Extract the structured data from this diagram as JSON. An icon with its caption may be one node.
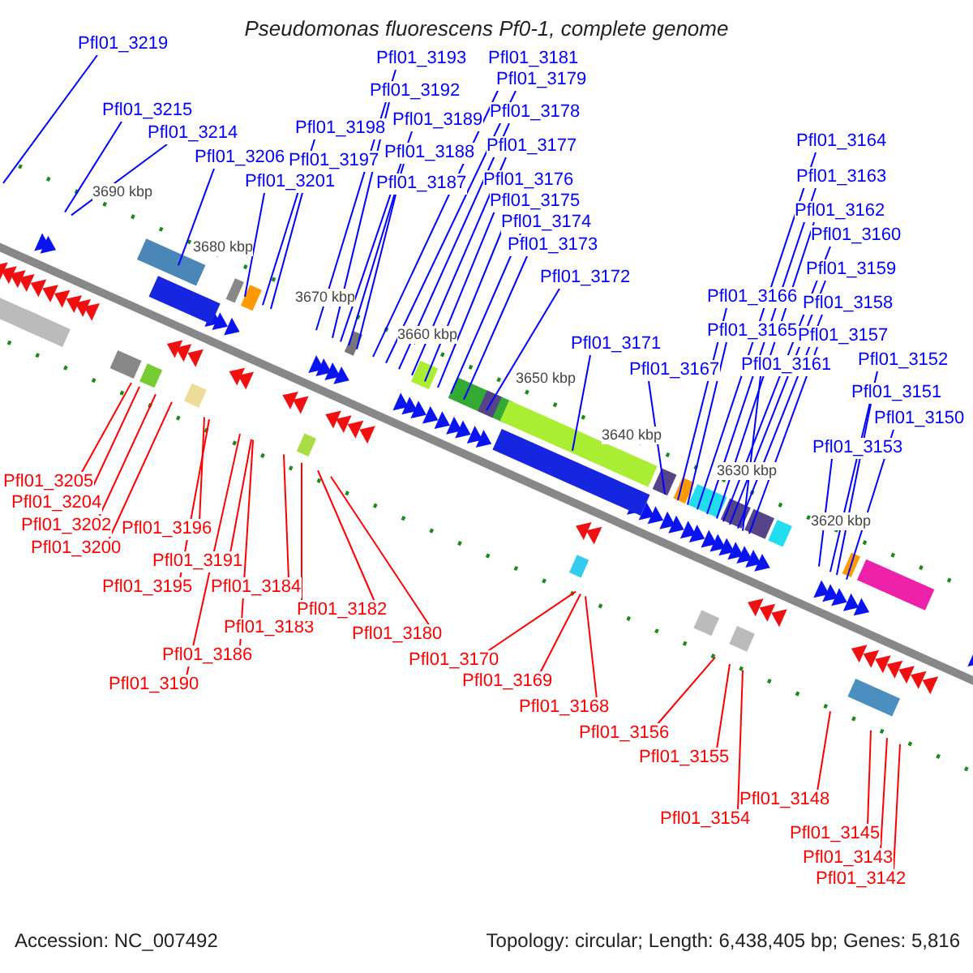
{
  "diagram": {
    "title": "Pseudomonas fluorescens Pf0-1, complete genome",
    "nodes": [
      {
        "text": [
          "Pfl01_3219"
        ]
      },
      {
        "text": [
          "Pfl01_3215"
        ]
      },
      {
        "text": [
          "Pfl01_3214"
        ]
      },
      {
        "text": [
          "Pfl01_3206"
        ]
      },
      {
        "text": [
          "Pfl01_3201"
        ]
      },
      {
        "text": [
          "Pfl01_3198"
        ]
      },
      {
        "text": [
          "Pfl01_3197"
        ]
      },
      {
        "text": [
          "Pfl01_3193"
        ]
      },
      {
        "text": [
          "Pfl01_3192"
        ]
      },
      {
        "text": [
          "Pfl01_3189"
        ]
      },
      {
        "text": [
          "Pfl01_3188"
        ]
      },
      {
        "text": [
          "Pfl01_3187"
        ]
      },
      {
        "text": [
          "Pfl01_3181"
        ]
      },
      {
        "text": [
          "Pfl01_3179"
        ]
      },
      {
        "text": [
          "Pfl01_3178"
        ]
      },
      {
        "text": [
          "Pfl01_3177"
        ]
      },
      {
        "text": [
          "Pfl01_3176"
        ]
      },
      {
        "text": [
          "Pfl01_3175"
        ]
      },
      {
        "text": [
          "Pfl01_3174"
        ]
      },
      {
        "text": [
          "Pfl01_3173"
        ]
      },
      {
        "text": [
          "Pfl01_3172"
        ]
      },
      {
        "text": [
          "Pfl01_3171"
        ]
      },
      {
        "text": [
          "Pfl01_3167"
        ]
      },
      {
        "text": [
          "Pfl01_3166"
        ]
      },
      {
        "text": [
          "Pfl01_3165"
        ]
      },
      {
        "text": [
          "Pfl01_3161"
        ]
      },
      {
        "text": [
          "Pfl01_3157"
        ]
      },
      {
        "text": [
          "Pfl01_3164"
        ]
      },
      {
        "text": [
          "Pfl01_3163"
        ]
      },
      {
        "text": [
          "Pfl01_3162"
        ]
      },
      {
        "text": [
          "Pfl01_3160"
        ]
      },
      {
        "text": [
          "Pfl01_3159"
        ]
      },
      {
        "text": [
          "Pfl01_3158"
        ]
      },
      {
        "text": [
          "Pfl01_3152"
        ]
      },
      {
        "text": [
          "Pfl01_3151"
        ]
      },
      {
        "text": [
          "Pfl01_3150"
        ]
      },
      {
        "text": [
          "Pfl01_3153"
        ]
      },
      {
        "text": [
          "Pfl01_3205"
        ]
      },
      {
        "text": [
          "Pfl01_3204"
        ]
      },
      {
        "text": [
          "Pfl01_3202"
        ]
      },
      {
        "text": [
          "Pfl01_3200"
        ]
      },
      {
        "text": [
          "Pfl01_3196"
        ]
      },
      {
        "text": [
          "Pfl01_3195"
        ]
      },
      {
        "text": [
          "Pfl01_3191"
        ]
      },
      {
        "text": [
          "Pfl01_3184"
        ]
      },
      {
        "text": [
          "Pfl01_3183"
        ]
      },
      {
        "text": [
          "Pfl01_3186"
        ]
      },
      {
        "text": [
          "Pfl01_3190"
        ]
      },
      {
        "text": [
          "Pfl01_3182"
        ]
      },
      {
        "text": [
          "Pfl01_3180"
        ]
      },
      {
        "text": [
          "Pfl01_3170"
        ]
      },
      {
        "text": [
          "Pfl01_3169"
        ]
      },
      {
        "text": [
          "Pfl01_3168"
        ]
      },
      {
        "text": [
          "Pfl01_3156"
        ]
      },
      {
        "text": [
          "Pfl01_3155"
        ]
      },
      {
        "text": [
          "Pfl01_3154"
        ]
      },
      {
        "text": [
          "Pfl01_3148"
        ]
      },
      {
        "text": [
          "Pfl01_3145"
        ]
      },
      {
        "text": [
          "Pfl01_3143"
        ]
      },
      {
        "text": [
          "Pfl01_3142"
        ]
      }
    ],
    "edges": [
      {
        "from": 0,
        "to": null,
        "arrow": "none"
      },
      {
        "from": 1,
        "to": null,
        "arrow": "none"
      },
      {
        "from": 2,
        "to": null,
        "arrow": "none"
      },
      {
        "from": 3,
        "to": null,
        "arrow": "none"
      },
      {
        "from": 4,
        "to": null,
        "arrow": "none"
      },
      {
        "from": 5,
        "to": null,
        "arrow": "none"
      },
      {
        "from": 6,
        "to": null,
        "arrow": "none"
      },
      {
        "from": 7,
        "to": null,
        "arrow": "none"
      },
      {
        "from": 8,
        "to": null,
        "arrow": "none"
      },
      {
        "from": 9,
        "to": null,
        "arrow": "none"
      },
      {
        "from": 10,
        "to": null,
        "arrow": "none"
      },
      {
        "from": 11,
        "to": null,
        "arrow": "none"
      },
      {
        "from": 12,
        "to": null,
        "arrow": "none"
      },
      {
        "from": 13,
        "to": null,
        "arrow": "none"
      },
      {
        "from": 14,
        "to": null,
        "arrow": "none"
      },
      {
        "from": 15,
        "to": null,
        "arrow": "none"
      },
      {
        "from": 16,
        "to": null,
        "arrow": "none"
      },
      {
        "from": 17,
        "to": null,
        "arrow": "none"
      },
      {
        "from": 18,
        "to": null,
        "arrow": "none"
      },
      {
        "from": 19,
        "to": null,
        "arrow": "none"
      },
      {
        "from": 20,
        "to": null,
        "arrow": "none"
      },
      {
        "from": 21,
        "to": null,
        "arrow": "none"
      },
      {
        "from": 22,
        "to": null,
        "arrow": "none"
      },
      {
        "from": 23,
        "to": null,
        "arrow": "none"
      },
      {
        "from": 24,
        "to": null,
        "arrow": "none"
      },
      {
        "from": 25,
        "to": null,
        "arrow": "none"
      },
      {
        "from": 26,
        "to": null,
        "arrow": "none"
      },
      {
        "from": 27,
        "to": null,
        "arrow": "none"
      },
      {
        "from": 28,
        "to": null,
        "arrow": "none"
      },
      {
        "from": 29,
        "to": null,
        "arrow": "none"
      },
      {
        "from": 30,
        "to": null,
        "arrow": "none"
      },
      {
        "from": 31,
        "to": null,
        "arrow": "none"
      },
      {
        "from": 32,
        "to": null,
        "arrow": "none"
      },
      {
        "from": 33,
        "to": null,
        "arrow": "none"
      },
      {
        "from": 34,
        "to": null,
        "arrow": "none"
      },
      {
        "from": 35,
        "to": null,
        "arrow": "none"
      },
      {
        "from": 36,
        "to": null,
        "arrow": "none"
      },
      {
        "from": 37,
        "to": null,
        "arrow": "none",
        "color": "#ff0000"
      },
      {
        "from": 38,
        "to": null,
        "arrow": "none",
        "color": "#ff0000"
      },
      {
        "from": 39,
        "to": null,
        "arrow": "none",
        "color": "#ff0000"
      },
      {
        "from": 40,
        "to": null,
        "arrow": "none",
        "color": "#ff0000"
      },
      {
        "from": 41,
        "to": null,
        "arrow": "none",
        "color": "#ff0000"
      },
      {
        "from": 42,
        "to": null,
        "arrow": "none",
        "color": "#ff0000"
      },
      {
        "from": 43,
        "to": null,
        "arrow": "none",
        "color": "#ff0000"
      },
      {
        "from": 44,
        "to": null,
        "arrow": "none",
        "color": "#ff0000"
      },
      {
        "from": 45,
        "to": null,
        "arrow": "none",
        "color": "#ff0000"
      },
      {
        "from": 46,
        "to": null,
        "arrow": "none",
        "color": "#ff0000"
      },
      {
        "from": 47,
        "to": null,
        "arrow": "none",
        "color": "#ff0000"
      },
      {
        "from": 48,
        "to": null,
        "arrow": "none",
        "color": "#ff0000"
      },
      {
        "from": 49,
        "to": null,
        "arrow": "none",
        "color": "#ff0000"
      },
      {
        "from": 50,
        "to": null,
        "arrow": "none",
        "color": "#ff0000"
      },
      {
        "from": 51,
        "to": null,
        "arrow": "none",
        "color": "#ff0000"
      },
      {
        "from": 52,
        "to": null,
        "arrow": "none",
        "color": "#ff0000"
      },
      {
        "from": 53,
        "to": null,
        "arrow": "none",
        "color": "#ff0000"
      },
      {
        "from": 54,
        "to": null,
        "arrow": "none",
        "color": "#ff0000"
      },
      {
        "from": 55,
        "to": null,
        "arrow": "none",
        "color": "#ff0000"
      },
      {
        "from": 56,
        "to": null,
        "arrow": "none",
        "color": "#ff0000"
      },
      {
        "from": 57,
        "to": null,
        "arrow": "none",
        "color": "#ff0000"
      },
      {
        "from": 58,
        "to": null,
        "arrow": "none",
        "color": "#ff0000"
      },
      {
        "from": 59,
        "to": null,
        "arrow": "none",
        "color": "#ff0000"
      }
    ],
    "labels": [
      "3690 kbp",
      "3680 kbp",
      "3670 kbp",
      "3660 kbp",
      "3650 kbp",
      "3640 kbp",
      "3630 kbp",
      "3620 kbp",
      "Accession: NC_007492",
      "Topology: circular; Length: 6,438,405 bp; Genes: 5,816"
    ]
  }
}
